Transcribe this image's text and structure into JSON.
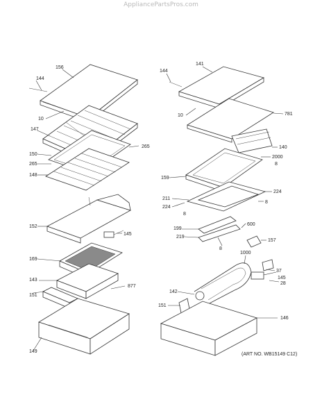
{
  "watermark": "AppliancePartsPros.com",
  "art_number": "(ART NO. WB15149 C12)",
  "callouts": {
    "left": [
      "156",
      "144",
      "10",
      "147",
      "265",
      "150",
      "265",
      "148",
      "152",
      "145",
      "169",
      "143",
      "877",
      "151",
      "149"
    ],
    "right": [
      "144",
      "141",
      "10",
      "781",
      "140",
      "2000",
      "8",
      "159",
      "211",
      "224",
      "224",
      "8",
      "8",
      "600",
      "199",
      "219",
      "157",
      "8",
      "1000",
      "37",
      "145",
      "28",
      "142",
      "151",
      "146"
    ]
  }
}
